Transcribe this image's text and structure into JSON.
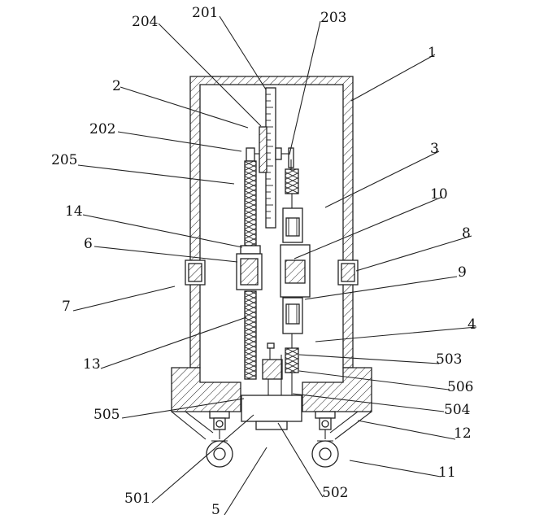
{
  "figure": {
    "labels": [
      {
        "id": "1",
        "text": "1"
      },
      {
        "id": "2",
        "text": "2"
      },
      {
        "id": "3",
        "text": "3"
      },
      {
        "id": "4",
        "text": "4"
      },
      {
        "id": "5",
        "text": "5"
      },
      {
        "id": "6",
        "text": "6"
      },
      {
        "id": "7",
        "text": "7"
      },
      {
        "id": "8",
        "text": "8"
      },
      {
        "id": "9",
        "text": "9"
      },
      {
        "id": "10",
        "text": "10"
      },
      {
        "id": "11",
        "text": "11"
      },
      {
        "id": "12",
        "text": "12"
      },
      {
        "id": "13",
        "text": "13"
      },
      {
        "id": "14",
        "text": "14"
      },
      {
        "id": "201",
        "text": "201"
      },
      {
        "id": "202",
        "text": "202"
      },
      {
        "id": "203",
        "text": "203"
      },
      {
        "id": "204",
        "text": "204"
      },
      {
        "id": "205",
        "text": "205"
      },
      {
        "id": "501",
        "text": "501"
      },
      {
        "id": "502",
        "text": "502"
      },
      {
        "id": "503",
        "text": "503"
      },
      {
        "id": "504",
        "text": "504"
      },
      {
        "id": "505",
        "text": "505"
      },
      {
        "id": "506",
        "text": "506"
      }
    ]
  }
}
